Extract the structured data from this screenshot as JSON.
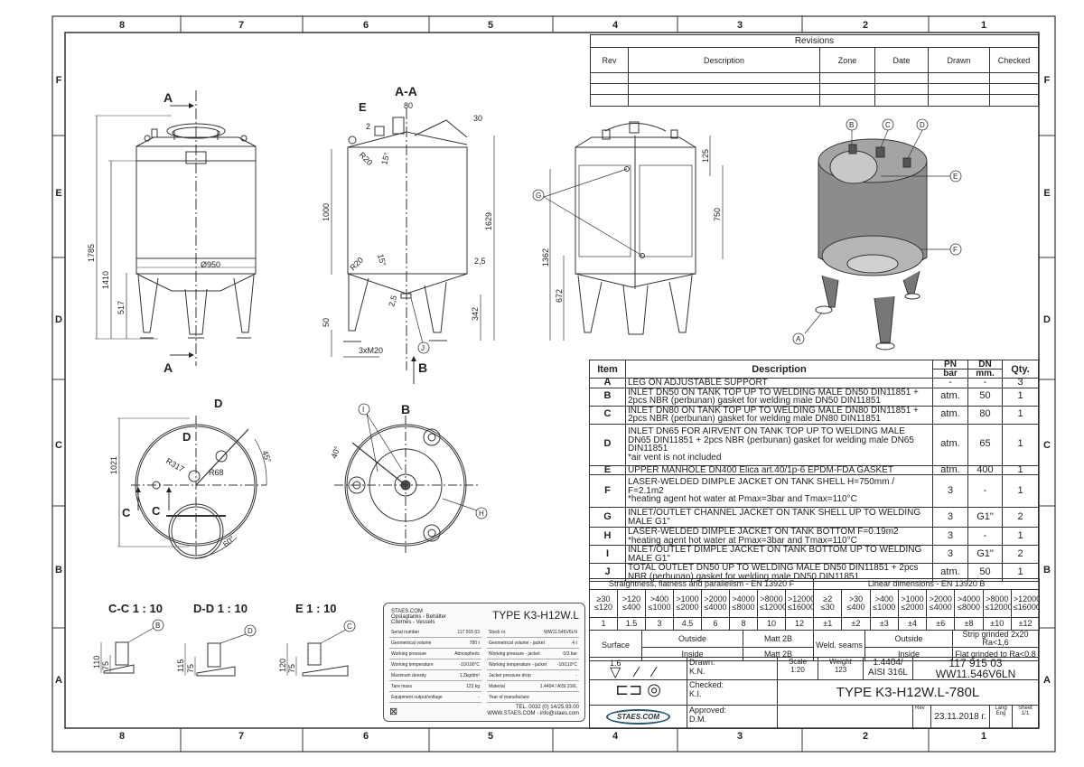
{
  "frame": {
    "columns": [
      "8",
      "7",
      "6",
      "5",
      "4",
      "3",
      "2",
      "1"
    ],
    "rows": [
      "F",
      "E",
      "D",
      "C",
      "B",
      "A"
    ]
  },
  "revisions": {
    "title": "Revisions",
    "headers": [
      "Rev",
      "Description",
      "Zone",
      "Date",
      "Drawn",
      "Checked"
    ]
  },
  "views": {
    "front": {
      "section_label_top": "A",
      "section_label_bottom": "A",
      "dia": "Ø950",
      "h1": "1785",
      "h2": "1410",
      "h3": "517"
    },
    "section": {
      "title": "A-A",
      "e": "E",
      "d80": "80",
      "d30": "30",
      "d2": "2",
      "r20a": "R20",
      "a15a": "15°",
      "d1000": "1000",
      "d1629": "1629",
      "r20b": "R20",
      "a15b": "15°",
      "t25a": "2,5",
      "t25b": "2,5",
      "d342": "342",
      "d50": "50",
      "m20": "3xM20",
      "j": "J",
      "b": "B"
    },
    "side": {
      "d125": "125",
      "d750": "750",
      "d1362": "1362",
      "d672": "672",
      "g": "G"
    },
    "iso": {
      "b": "B",
      "c": "C",
      "d": "D",
      "e": "E",
      "f": "F",
      "a": "A"
    },
    "top": {
      "d1": "D",
      "d2": "D",
      "r317": "R317",
      "r68": "R68",
      "a45": "45°",
      "d1021": "1021",
      "c1": "C",
      "c2": "C",
      "a60": "60°"
    },
    "bottom": {
      "title": "B",
      "i": "I",
      "a40": "40°",
      "h": "H"
    },
    "details": [
      {
        "title": "C-C 1 : 10",
        "callout": "B",
        "h": "110",
        "h2": "75"
      },
      {
        "title": "D-D 1 : 10",
        "callout": "D",
        "h": "115",
        "h2": "75"
      },
      {
        "title": "E 1 : 10",
        "callout": "C",
        "h": "120",
        "h2": "75"
      }
    ]
  },
  "nameplate": {
    "company": "STAES.COM",
    "sub1": "Opslagtanks - Behälter",
    "sub2": "Citernes - Vessels",
    "type": "TYPE K3-H12W.L",
    "left": [
      [
        "Serial number",
        "117 915 03"
      ],
      [
        "Geometrical volume",
        "780 ℓ"
      ],
      [
        "Working pressure",
        "Atmospheric"
      ],
      [
        "Working temperature",
        "-10/100°C"
      ],
      [
        "Maximum density",
        "1,2kg/dm³"
      ],
      [
        "Tare mass",
        "123 kg"
      ],
      [
        "Equipment output/voltage",
        "-"
      ]
    ],
    "right": [
      [
        "Stock nr.",
        "WW11.546V6LN"
      ],
      [
        "Geometrical volume - jacket",
        "4 ℓ"
      ],
      [
        "Working pressure - jacket",
        "0/3 bar"
      ],
      [
        "Working temperature - jacket",
        "-10/110°C"
      ],
      [
        "Jacket pressure drop",
        "-"
      ],
      [
        "Material",
        "1.4404 / AISI 316L"
      ],
      [
        "Year of manufacture",
        ""
      ]
    ],
    "tel": "TEL. 0032 (0) 14/25.93.00",
    "web": "WWW.STAES.COM - info@staes.com"
  },
  "parts": {
    "headers": {
      "item": "Item",
      "description": "Description",
      "pn": "PN",
      "pn_unit": "bar",
      "dn": "DN",
      "dn_unit": "mm.",
      "qty": "Qty."
    },
    "rows": [
      {
        "item": "A",
        "desc": "LEG ON ADJUSTABLE SUPPORT",
        "pn": "-",
        "dn": "-",
        "qty": "3"
      },
      {
        "item": "B",
        "desc": "INLET DN50 ON TANK TOP UP TO WELDING MALE DN50 DIN11851 + 2pcs NBR (perbunan) gasket for welding male DN50 DIN11851",
        "pn": "atm.",
        "dn": "50",
        "qty": "1"
      },
      {
        "item": "C",
        "desc": "INLET DN80 ON TANK TOP UP TO WELDING MALE DN80 DIN11851 + 2pcs NBR (perbunan) gasket for welding male DN80 DIN11851",
        "pn": "atm.",
        "dn": "80",
        "qty": "1"
      },
      {
        "item": "D",
        "desc": "INLET DN65 FOR AIRVENT ON TANK TOP UP TO WELDING MALE DN65 DIN11851 + 2pcs NBR (perbunan) gasket for welding male DN65 DIN11851",
        "note": "*air vent is not included",
        "pn": "atm.",
        "dn": "65",
        "qty": "1"
      },
      {
        "item": "E",
        "desc": "UPPER MANHOLE DN400 Elica art.40/1p-6  EPDM-FDA GASKET",
        "pn": "atm.",
        "dn": "400",
        "qty": "1"
      },
      {
        "item": "F",
        "desc": "LASER-WELDED DIMPLE JACKET ON TANK SHELL H=750mm / F=2.1m2",
        "note": "*heating agent hot water at Pmax=3bar and Tmax=110°C",
        "pn": "3",
        "dn": "-",
        "qty": "1"
      },
      {
        "item": "G",
        "desc": "INLET/OUTLET CHANNEL JACKET ON TANK SHELL UP TO WELDING MALE G1\"",
        "pn": "3",
        "dn": "G1\"",
        "qty": "2"
      },
      {
        "item": "H",
        "desc": "LASER-WELDED DIMPLE JACKET ON TANK BOTTOM F=0.19m2",
        "note": "*heating agent hot water at Pmax=3bar and Tmax=110°C",
        "pn": "3",
        "dn": "-",
        "qty": "1"
      },
      {
        "item": "I",
        "desc": "INLET/OUTLET DIMPLE JACKET ON TANK BOTTOM UP TO WELDING MALE G1\"",
        "pn": "3",
        "dn": "G1\"",
        "qty": "2"
      },
      {
        "item": "J",
        "desc": "TOTAL OUTLET DN50 UP TO WELDING MALE DN50 DIN11851 + 2pcs NBR (perbunan) gasket for welding male DN50 DIN11851",
        "pn": "atm.",
        "dn": "50",
        "qty": "1"
      }
    ]
  },
  "tolerances": {
    "straightness_title": "Straightness, flatness and parallelism - EN 13920 F",
    "linear_title": "Linear dimensions - EN 13920 B",
    "straightness_ranges": [
      [
        "≥30",
        "≤120"
      ],
      [
        ">120",
        "≤400"
      ],
      [
        ">400",
        "≤1000"
      ],
      [
        ">1000",
        "≤2000"
      ],
      [
        ">2000",
        "≤4000"
      ],
      [
        ">4000",
        "≤8000"
      ],
      [
        ">8000",
        "≤12000"
      ],
      [
        ">12000",
        "≤16000"
      ]
    ],
    "straightness_values": [
      "1",
      "1.5",
      "3",
      "4.5",
      "6",
      "8",
      "10",
      "12"
    ],
    "linear_ranges": [
      [
        "≥2",
        "≤30"
      ],
      [
        ">30",
        "≤400"
      ],
      [
        ">400",
        "≤1000"
      ],
      [
        ">1000",
        "≤2000"
      ],
      [
        ">2000",
        "≤4000"
      ],
      [
        ">4000",
        "≤8000"
      ],
      [
        ">8000",
        "≤12000"
      ],
      [
        ">12000",
        "≤16000"
      ]
    ],
    "linear_values": [
      "±1",
      "±2",
      "±3",
      "±4",
      "±6",
      "±8",
      "±10",
      "±12"
    ]
  },
  "surface": {
    "label": "Surface",
    "outside": "Outside",
    "inside": "Inside",
    "outside_val": "Matt 2B",
    "inside_val": "Matt 2B",
    "weld_label": "Weld. seams",
    "weld_outside": "Outside",
    "weld_inside": "Inside",
    "weld_outside_val": "Strip grinded 2x20 Ra<1,6",
    "weld_inside_val": "Flat grinded to Ra<0,8"
  },
  "title_block": {
    "roughness": "1.6",
    "drawn_label": "Drawn:",
    "drawn": "K.N.",
    "checked_label": "Checked:",
    "checked": "K.I.",
    "approved_label": "Approved:",
    "approved": "D.M.",
    "scale_label": "Scale",
    "scale": "1:20",
    "weight_label": "Weight",
    "weight": "123",
    "material1": "1.4404/",
    "material2": "AISI 316L",
    "number1": "117 915 03",
    "number2": "WW11.546V6LN",
    "title": "TYPE K3-H12W.L-780L",
    "logo": "STAES.COM",
    "rev_label": "Rev",
    "date": "23.11.2018 г.",
    "lang_label": "Lang",
    "lang": "Eng",
    "sheet_label": "Sheet",
    "sheet": "1/1"
  }
}
